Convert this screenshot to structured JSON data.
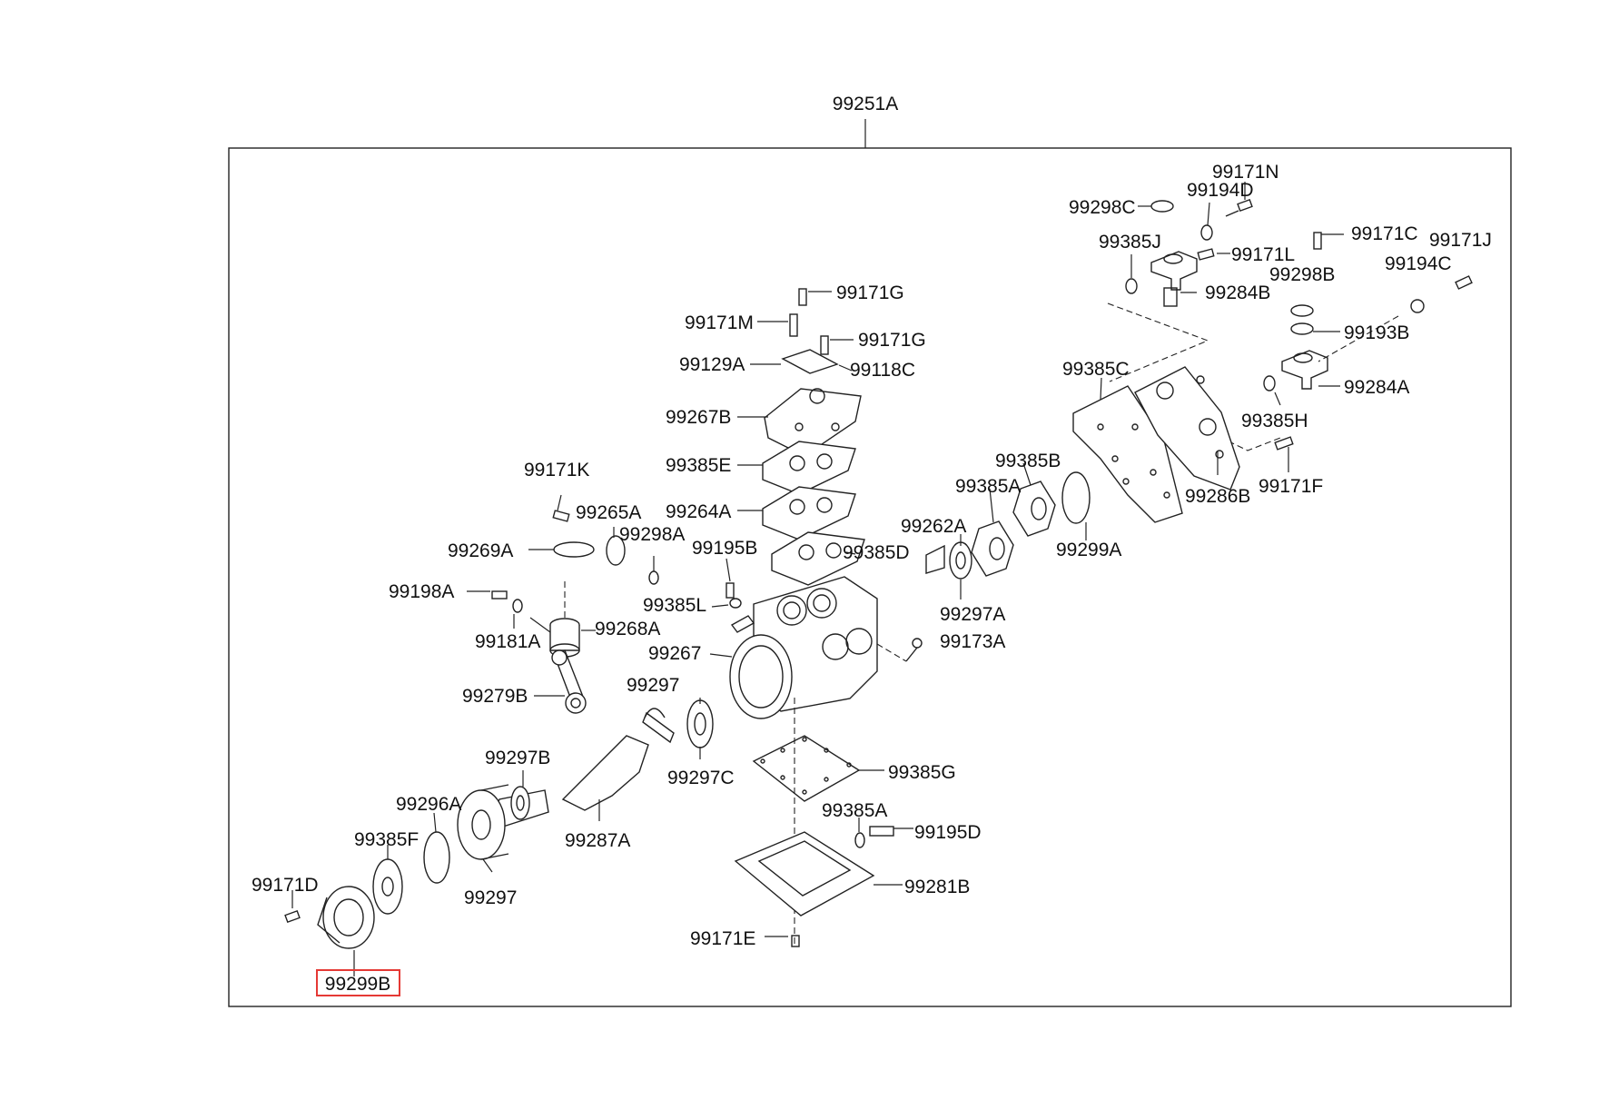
{
  "diagram": {
    "assembly_label": "99251A",
    "highlight_color": "#e53935",
    "labels": {
      "l99251A": "99251A",
      "l99171N": "99171N",
      "l99194D": "99194D",
      "l99298C": "99298C",
      "l99171C": "99171C",
      "l99171J": "99171J",
      "l99385J": "99385J",
      "l99171L": "99171L",
      "l99298B": "99298B",
      "l99194C": "99194C",
      "l99284B": "99284B",
      "l99193B": "99193B",
      "l99284A": "99284A",
      "l99385H": "99385H",
      "l99171F": "99171F",
      "l99385C": "99385C",
      "l99286B": "99286B",
      "l99171G_a": "99171G",
      "l99171M": "99171M",
      "l99171G_b": "99171G",
      "l99129A": "99129A",
      "l99118C": "99118C",
      "l99267B": "99267B",
      "l99385E": "99385E",
      "l99264A": "99264A",
      "l99385D": "99385D",
      "l99385B": "99385B",
      "l99385A_a": "99385A",
      "l99262A": "99262A",
      "l99299A": "99299A",
      "l99297A": "99297A",
      "l99171K": "99171K",
      "l99265A": "99265A",
      "l99298A": "99298A",
      "l99269A": "99269A",
      "l99195B": "99195B",
      "l99198A": "99198A",
      "l99385L": "99385L",
      "l99268A": "99268A",
      "l99181A": "99181A",
      "l99173A": "99173A",
      "l99267": "99267",
      "l99279B": "99279B",
      "l99297_a": "99297",
      "l99297C": "99297C",
      "l99297B": "99297B",
      "l99385G": "99385G",
      "l99296A": "99296A",
      "l99385A_b": "99385A",
      "l99195D": "99195D",
      "l99385F": "99385F",
      "l99287A": "99287A",
      "l99171D": "99171D",
      "l99297_b": "99297",
      "l99281B": "99281B",
      "l99171E": "99171E",
      "l99299B": "99299B"
    },
    "highlighted_part": "99299B"
  }
}
